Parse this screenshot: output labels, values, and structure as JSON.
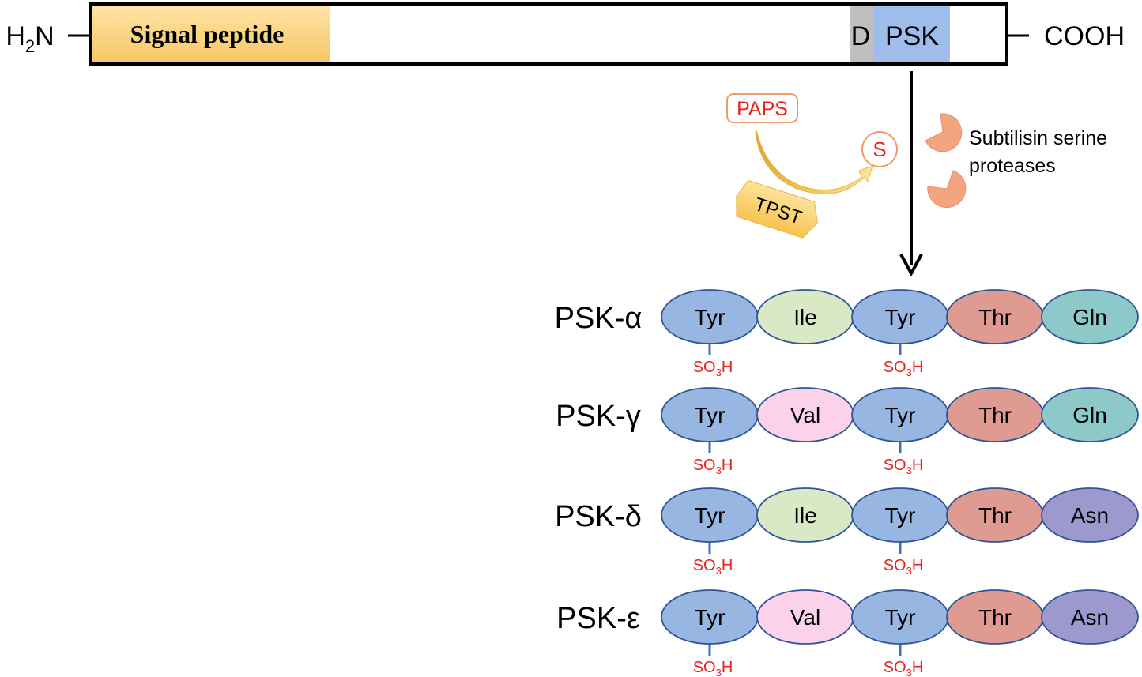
{
  "precursor": {
    "n_terminus": {
      "prefix": "H",
      "sub": "2",
      "suffix": "N"
    },
    "c_terminus": "COOH",
    "signal_peptide": "Signal peptide",
    "d_region": "D",
    "psk_region": "PSK"
  },
  "processing": {
    "paps": "PAPS",
    "sulfate": "S",
    "enzyme": "TPST",
    "protease_line1": "Subtilisin serine",
    "protease_line2": "proteases"
  },
  "sulfo_group": {
    "prefix": "SO",
    "sub": "3",
    "suffix": "H"
  },
  "peptides": [
    {
      "name": "PSK-α",
      "residues": [
        "Tyr",
        "Ile",
        "Tyr",
        "Thr",
        "Gln"
      ]
    },
    {
      "name": "PSK-γ",
      "residues": [
        "Tyr",
        "Val",
        "Tyr",
        "Thr",
        "Gln"
      ]
    },
    {
      "name": "PSK-δ",
      "residues": [
        "Tyr",
        "Ile",
        "Tyr",
        "Thr",
        "Asn"
      ]
    },
    {
      "name": "PSK-ε",
      "residues": [
        "Tyr",
        "Val",
        "Tyr",
        "Thr",
        "Asn"
      ]
    }
  ],
  "colors": {
    "signal_peptide": "#fcd583",
    "d_region": "#bfbfbf",
    "psk_region": "#9fbdea",
    "paps_text": "#e8221c",
    "sulfo_text": "#e8221c",
    "tpst_fill": "#fbd26b",
    "protease": "#f4a47f",
    "Tyr": "#98b6e2",
    "Ile": "#d9e9c6",
    "Val": "#fcd2ea",
    "Thr": "#df9a92",
    "Gln": "#8dc9c8",
    "Asn": "#9d99cf",
    "ellipse_stroke": "#2f5597",
    "link": "#3f6fb5"
  },
  "icons": {
    "protease": "pacman-enzyme-icon",
    "sulfation_arrow": "curved-arrow-icon",
    "cleavage_arrow": "down-arrow-icon"
  }
}
